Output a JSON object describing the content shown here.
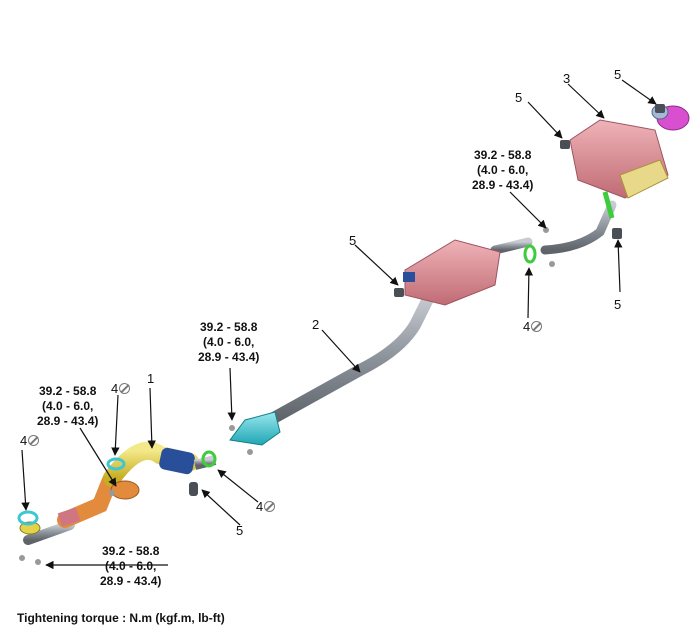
{
  "torque_spec": {
    "nm": "39.2 - 58.8",
    "kgfm": "(4.0 - 6.0,",
    "lbft": "28.9 - 43.4)"
  },
  "callouts": {
    "front_pipe": "1",
    "center_muffler": "2",
    "main_muffler": "3",
    "gasket": "4",
    "hanger": "5"
  },
  "legend": "Tightening torque : N.m (kgf.m, lb-ft)",
  "colors": {
    "pipe": "#8d939b",
    "muffler": "#d98a92",
    "catalytic_converter": "#3ec6d2",
    "front_pipe": "#e4d24a",
    "manifold_flange": "#e38b3c",
    "heat_shield": "#2a4f9a",
    "gasket": "#3ecb3e",
    "tailpipe": "#d84fd0"
  }
}
